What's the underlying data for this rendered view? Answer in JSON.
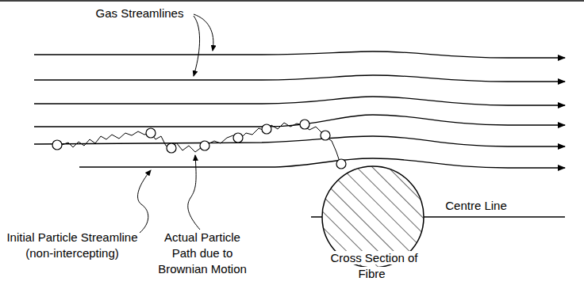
{
  "diagram": {
    "labels": [
      "Gas Streamlines",
      "Initial Particle Streamline (non-intercepting)",
      "Actual Particle Path due to Brownian Motion",
      "Cross Section of Fibre",
      "Centre Line"
    ]
  }
}
